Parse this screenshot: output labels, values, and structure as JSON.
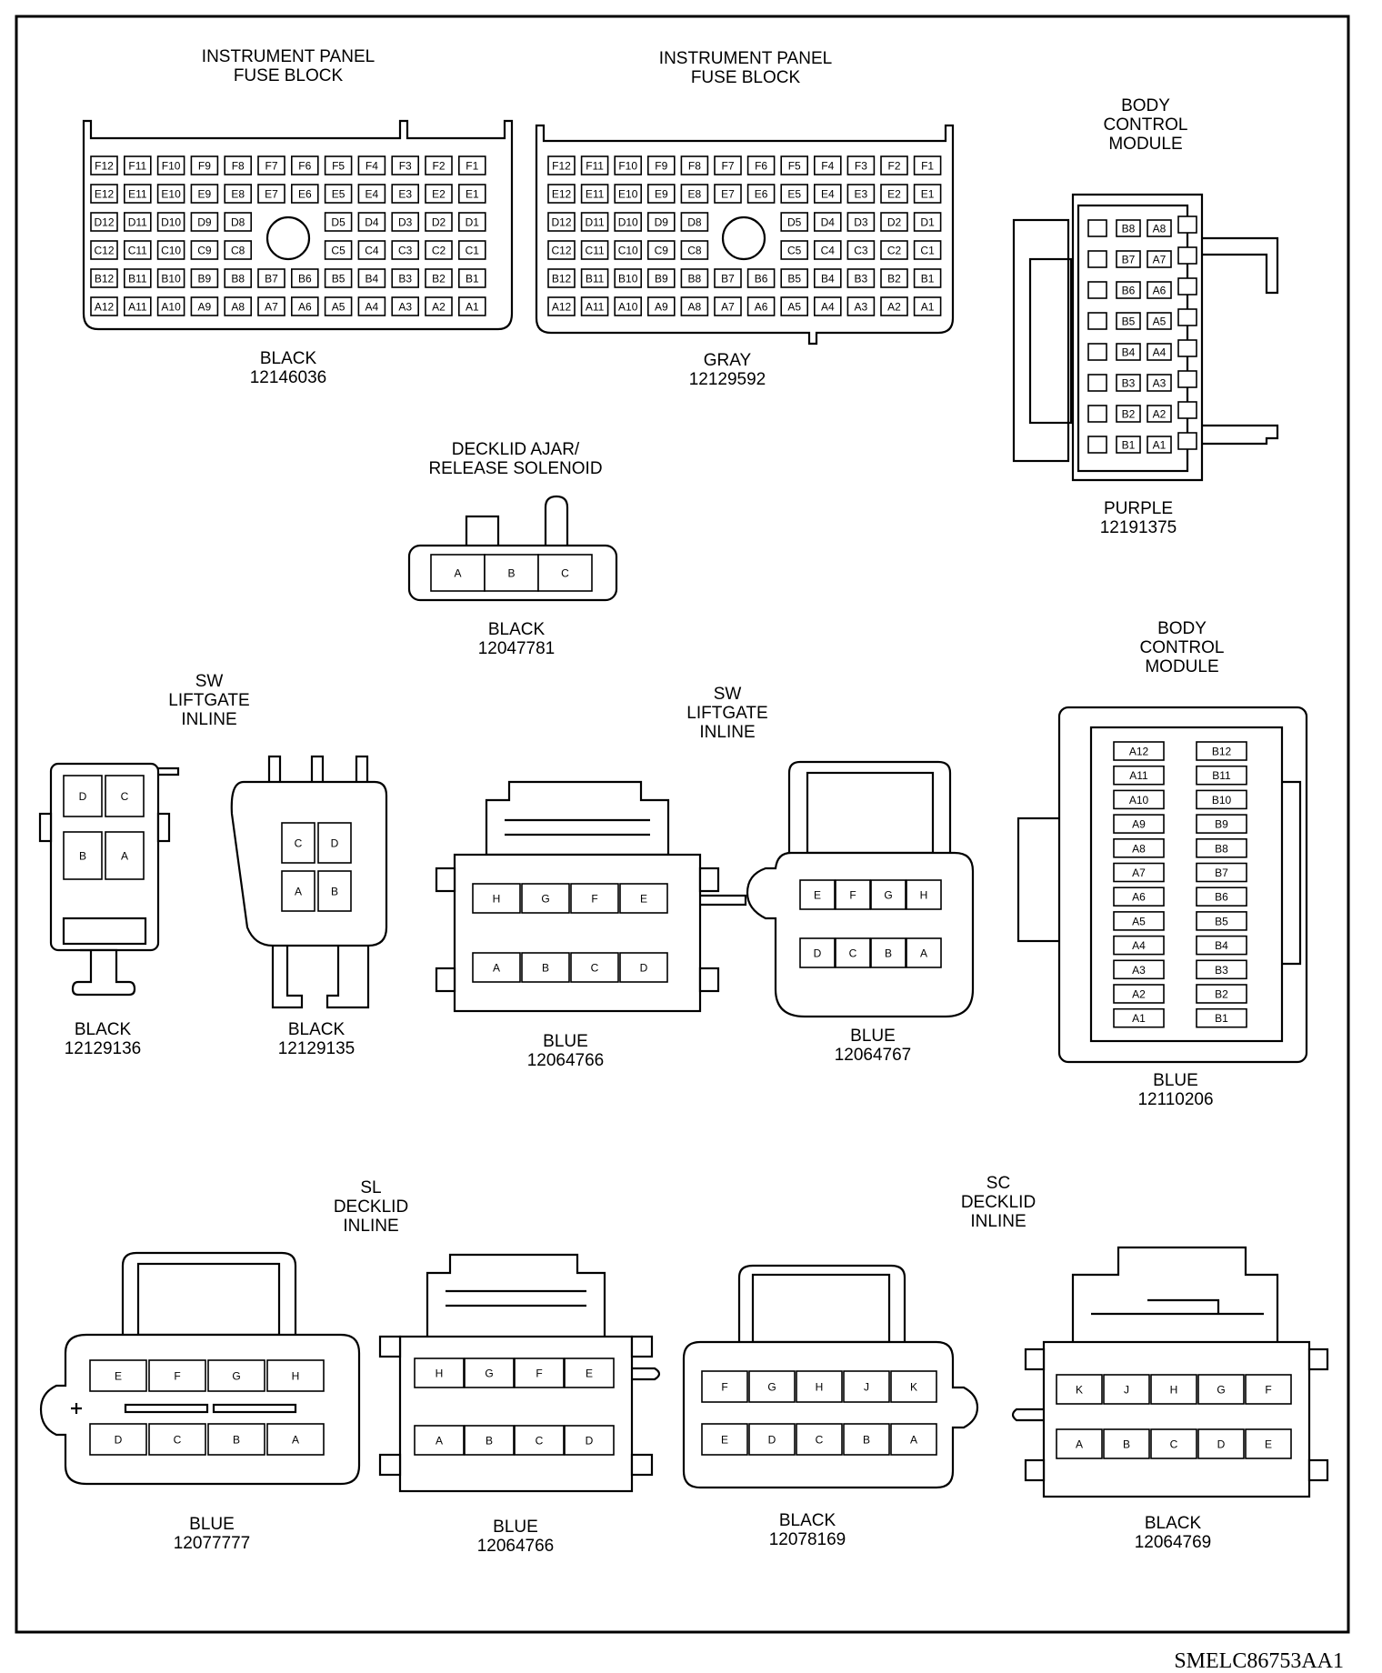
{
  "document": {
    "ref": "SMELC86753AA1"
  },
  "connectors": {
    "ip_black": {
      "title": [
        "INSTRUMENT PANEL",
        "FUSE BLOCK"
      ],
      "color": "BLACK",
      "part": "12146036"
    },
    "ip_gray": {
      "title": [
        "INSTRUMENT PANEL",
        "FUSE BLOCK"
      ],
      "color": "GRAY",
      "part": "12129592"
    },
    "bcm_purple": {
      "title": [
        "BODY",
        "CONTROL",
        "MODULE"
      ],
      "color": "PURPLE",
      "part": "12191375",
      "pins_b": [
        "B8",
        "B7",
        "B6",
        "B5",
        "B4",
        "B3",
        "B2",
        "B1"
      ],
      "pins_a": [
        "A8",
        "A7",
        "A6",
        "A5",
        "A4",
        "A3",
        "A2",
        "A1"
      ]
    },
    "decklid_solenoid": {
      "title": [
        "DECKLID AJAR/",
        "RELEASE SOLENOID"
      ],
      "color": "BLACK",
      "part": "12047781",
      "pins": [
        "A",
        "B",
        "C"
      ]
    },
    "sw_liftgate_label": [
      "SW",
      "LIFTGATE",
      "INLINE"
    ],
    "c_12129136": {
      "color": "BLACK",
      "part": "12129136",
      "pins_top": [
        "D",
        "C"
      ],
      "pins_bottom": [
        "B",
        "A"
      ]
    },
    "c_12129135": {
      "color": "BLACK",
      "part": "12129135",
      "pins_top": [
        "C",
        "D"
      ],
      "pins_bottom": [
        "A",
        "B"
      ]
    },
    "c_12064766_a": {
      "color": "BLUE",
      "part": "12064766",
      "pins_top": [
        "H",
        "G",
        "F",
        "E"
      ],
      "pins_bottom": [
        "A",
        "B",
        "C",
        "D"
      ]
    },
    "sw_liftgate_label_2": [
      "SW",
      "LIFTGATE",
      "INLINE"
    ],
    "c_12064767": {
      "color": "BLUE",
      "part": "12064767",
      "pins_top": [
        "E",
        "F",
        "G",
        "H"
      ],
      "pins_bottom": [
        "D",
        "C",
        "B",
        "A"
      ]
    },
    "bcm_blue": {
      "title": [
        "BODY",
        "CONTROL",
        "MODULE"
      ],
      "color": "BLUE",
      "part": "12110206",
      "pins_a": [
        "A12",
        "A11",
        "A10",
        "A9",
        "A8",
        "A7",
        "A6",
        "A5",
        "A4",
        "A3",
        "A2",
        "A1"
      ],
      "pins_b": [
        "B12",
        "B11",
        "B10",
        "B9",
        "B8",
        "B7",
        "B6",
        "B5",
        "B4",
        "B3",
        "B2",
        "B1"
      ]
    },
    "sl_decklid_label": [
      "SL",
      "DECKLID",
      "INLINE"
    ],
    "c_12077777": {
      "color": "BLUE",
      "part": "12077777",
      "pins_top": [
        "E",
        "F",
        "G",
        "H"
      ],
      "pins_bottom": [
        "D",
        "C",
        "B",
        "A"
      ]
    },
    "c_12064766_b": {
      "color": "BLUE",
      "part": "12064766",
      "pins_top": [
        "H",
        "G",
        "F",
        "E"
      ],
      "pins_bottom": [
        "A",
        "B",
        "C",
        "D"
      ]
    },
    "sc_decklid_label": [
      "SC",
      "DECKLID",
      "INLINE"
    ],
    "c_12078169": {
      "color": "BLACK",
      "part": "12078169",
      "pins_top": [
        "F",
        "G",
        "H",
        "J",
        "K"
      ],
      "pins_bottom": [
        "E",
        "D",
        "C",
        "B",
        "A"
      ]
    },
    "c_12064769": {
      "color": "BLACK",
      "part": "12064769",
      "pins_top": [
        "K",
        "J",
        "H",
        "G",
        "F"
      ],
      "pins_bottom": [
        "A",
        "B",
        "C",
        "D",
        "E"
      ]
    }
  },
  "fuse_block_rows": {
    "F": [
      "F12",
      "F11",
      "F10",
      "F9",
      "F8",
      "F7",
      "F6",
      "F5",
      "F4",
      "F3",
      "F2",
      "F1"
    ],
    "E": [
      "E12",
      "E11",
      "E10",
      "E9",
      "E8",
      "E7",
      "E6",
      "E5",
      "E4",
      "E3",
      "E2",
      "E1"
    ],
    "D": [
      "D12",
      "D11",
      "D10",
      "D9",
      "D8",
      "D5",
      "D4",
      "D3",
      "D2",
      "D1"
    ],
    "C": [
      "C12",
      "C11",
      "C10",
      "C9",
      "C8",
      "C5",
      "C4",
      "C3",
      "C2",
      "C1"
    ],
    "B": [
      "B12",
      "B11",
      "B10",
      "B9",
      "B8",
      "B7",
      "B6",
      "B5",
      "B4",
      "B3",
      "B2",
      "B1"
    ],
    "A": [
      "A12",
      "A11",
      "A10",
      "A9",
      "A8",
      "A7",
      "A6",
      "A5",
      "A4",
      "A3",
      "A2",
      "A1"
    ]
  }
}
